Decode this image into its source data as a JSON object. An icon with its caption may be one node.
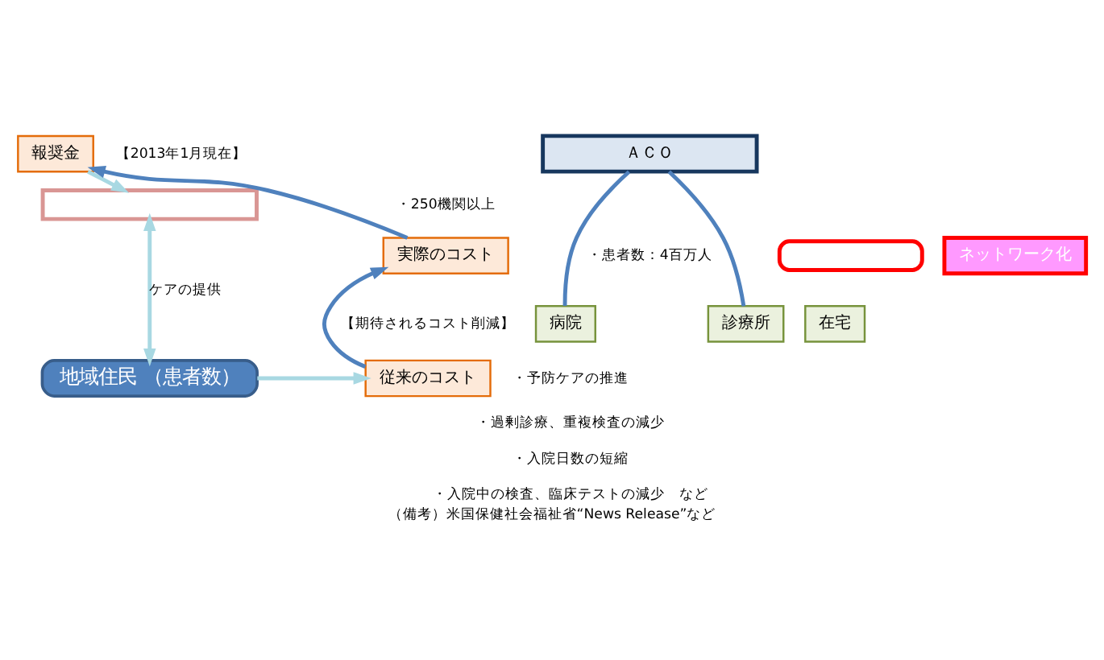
{
  "diagram": {
    "caption": "（備考）米国保健社会福祉省“News Release”など",
    "nodes": [
      {
        "text": [
          "報奨金"
        ]
      },
      {
        "text": [
          "実際のコスト"
        ]
      },
      {
        "text": [
          "従来のコスト"
        ]
      },
      {
        "text": [],
        "shape": "box"
      },
      {
        "text": [
          "ＡＣＯ"
        ]
      },
      {
        "text": [],
        "shape": "box"
      },
      {
        "text": [
          "ネットワーク化"
        ]
      },
      {
        "text": [
          "病院"
        ]
      },
      {
        "text": [
          "診療所"
        ]
      },
      {
        "text": [
          "在宅"
        ]
      },
      {
        "text": [
          "地域住民 （患者数）"
        ]
      }
    ],
    "edges": [
      {
        "from": 0,
        "to": 3,
        "arrow": "to",
        "color": "#a8d8e2"
      },
      {
        "from": 1,
        "to": 0,
        "arrow": "to"
      },
      {
        "from": 2,
        "to": 1,
        "arrow": "to"
      },
      {
        "from": 4,
        "to": 7,
        "arrow": "none"
      },
      {
        "from": 4,
        "to": 8,
        "arrow": "none"
      },
      {
        "from": 3,
        "to": 10,
        "arrow": "both",
        "label": "ケアの提供",
        "color": "#a8d8e2"
      },
      {
        "from": 10,
        "to": 2,
        "arrow": "to",
        "color": "#a8d8e2"
      }
    ],
    "labels": [
      "【2013年1月現在】",
      "・250機関以上",
      "・患者数：4百万人",
      "【期待されるコスト削減】",
      "・予防ケアの推進",
      "・過剰診療、重複検査の減少",
      "・入院日数の短縮",
      "・入院中の検査、臨床テストの減少　など"
    ]
  }
}
